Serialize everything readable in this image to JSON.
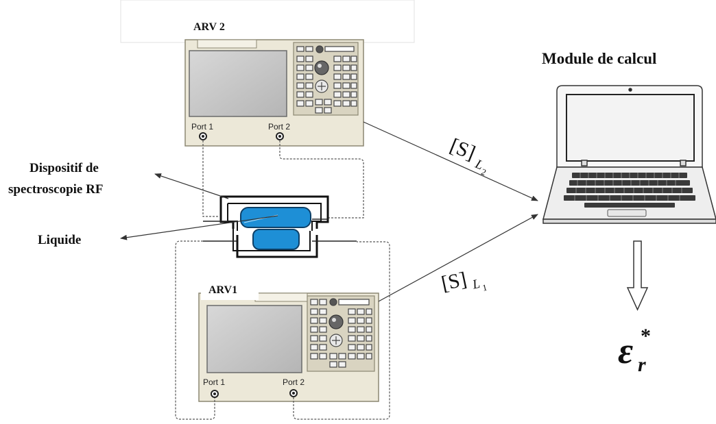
{
  "labels": {
    "arv2": "ARV 2",
    "arv1": "ARV1",
    "module": "Module de calcul",
    "dispositif_line1": "Dispositif de",
    "dispositif_line2": "spectroscopie RF",
    "liquide": "Liquide"
  },
  "ports": {
    "arv2_port1": "Port 1",
    "arv2_port2": "Port 2",
    "arv1_port1": "Port 1",
    "arv1_port2": "Port 2"
  },
  "s_params": {
    "l2": {
      "matrix": "[S]",
      "sub": "L",
      "index": "2"
    },
    "l1": {
      "matrix": "[S]",
      "sub": "L",
      "index": "1"
    }
  },
  "result": {
    "symbol": "ε",
    "sub": "r",
    "sup": "*"
  },
  "colors": {
    "instrument_body": "#ece8d8",
    "instrument_border": "#8c8772",
    "screen": "#c7c7c7",
    "liquid": "#1e8fd6",
    "line": "#333333",
    "laptop_screen_bezel": "#222222"
  }
}
